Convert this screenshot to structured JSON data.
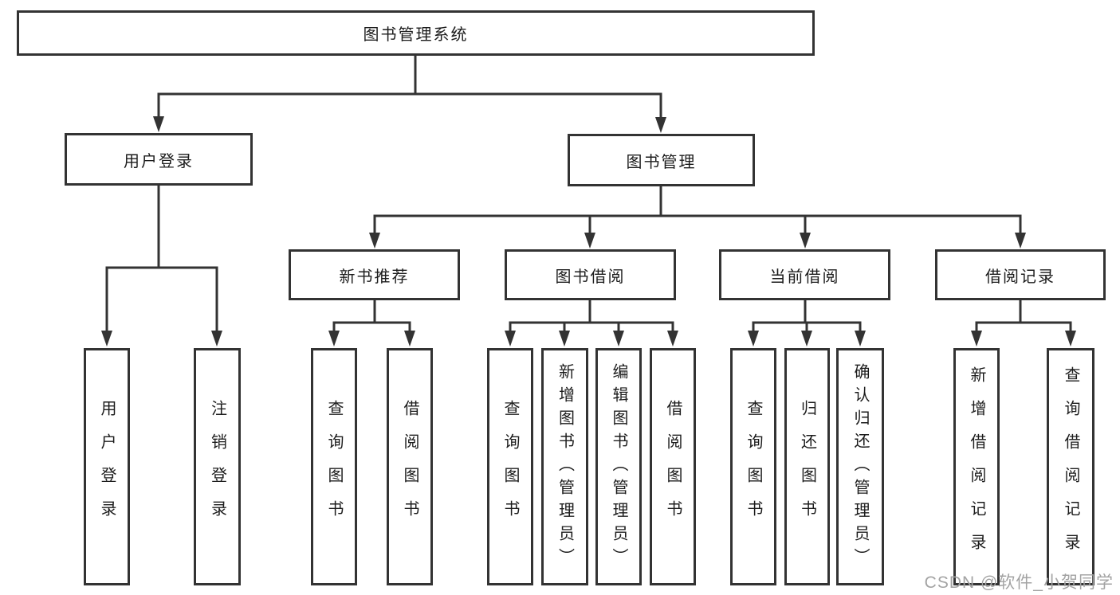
{
  "colors": {
    "background": "#ffffff",
    "line": "#333333",
    "box_border": "#333333",
    "text": "#1c1c1c",
    "watermark": "#a3a3a3"
  },
  "tree": {
    "root": "图书管理系统",
    "branches": [
      {
        "label": "用户登录",
        "leaves": [
          "用户登录",
          "注销登录"
        ]
      },
      {
        "label": "图书管理",
        "groups": [
          {
            "label": "新书推荐",
            "leaves": [
              "查询图书",
              "借阅图书"
            ]
          },
          {
            "label": "图书借阅",
            "leaves": [
              "查询图书",
              "新增图书（管理员）",
              "编辑图书（管理员）",
              "借阅图书"
            ]
          },
          {
            "label": "当前借阅",
            "leaves": [
              "查询图书",
              "归还图书",
              "确认归还（管理员）"
            ]
          },
          {
            "label": "借阅记录",
            "leaves": [
              "新增借阅记录",
              "查询借阅记录"
            ]
          }
        ]
      }
    ]
  },
  "watermark": "CSDN @软件_小贺同学"
}
